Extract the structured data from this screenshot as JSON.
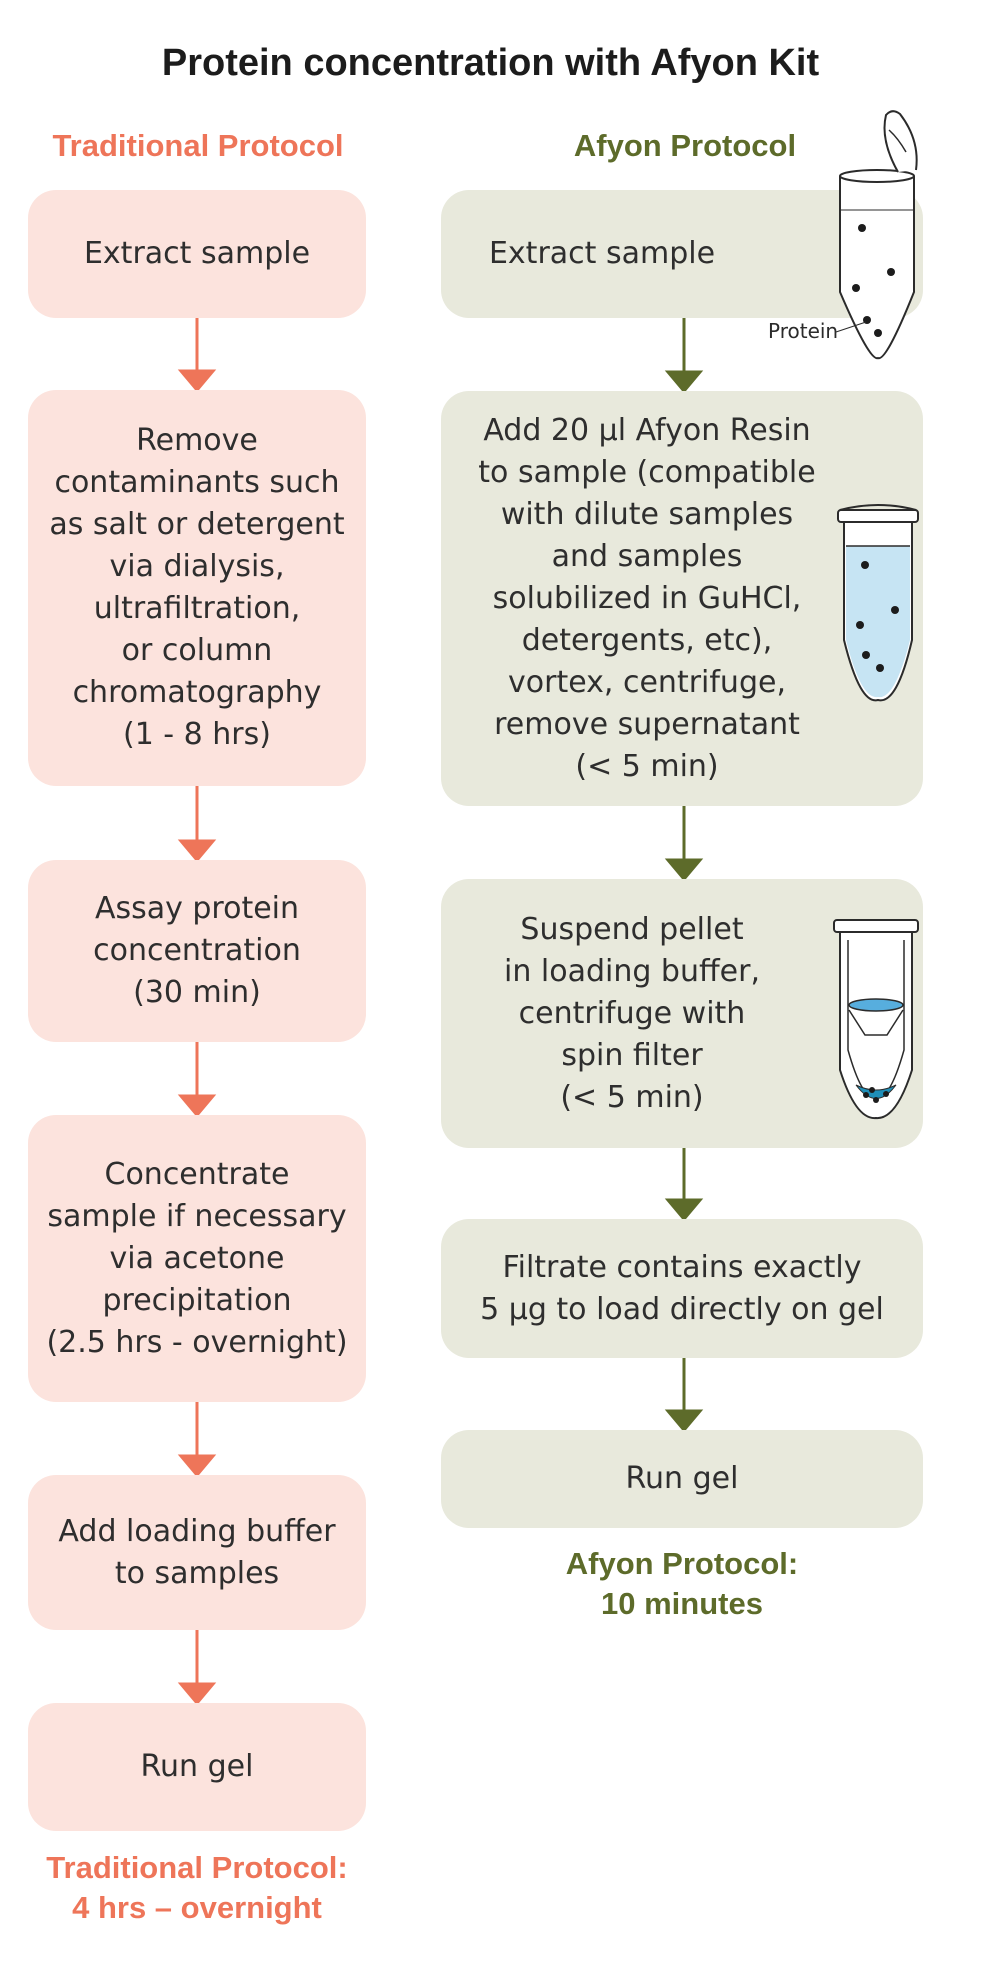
{
  "title": "Protein concentration with Afyon Kit",
  "colors": {
    "traditional_accent": "#ee7559",
    "traditional_box": "#fce3dd",
    "afyon_accent": "#5d6b2a",
    "afyon_box": "#e8e9dc",
    "liquid": "#c6e4f3",
    "pellet": "#1f8fb8"
  },
  "traditional": {
    "heading": "Traditional Protocol",
    "steps": [
      "Extract sample",
      "Remove\ncontaminants such\nas salt or detergent\nvia dialysis,\nultrafiltration,\nor column\nchromatography\n(1 - 8 hrs)",
      "Assay protein\nconcentration\n(30 min)",
      "Concentrate\nsample if necessary\nvia acetone\nprecipitation\n(2.5 hrs - overnight)",
      "Add loading buffer\nto samples",
      "Run gel"
    ],
    "summary": "Traditional Protocol:\n4 hrs – overnight"
  },
  "afyon": {
    "heading": "Afyon Protocol",
    "steps": [
      "Extract sample",
      "Add 20 µl Afyon Resin\nto sample (compatible\nwith dilute samples\nand samples\nsolubilized in GuHCl,\ndetergents, etc),\nvortex, centrifuge,\nremove supernatant\n(< 5 min)",
      "Suspend pellet\nin loading buffer,\ncentrifuge with\nspin filter\n(< 5 min)",
      "Filtrate contains exactly\n5 µg to load directly on gel",
      "Run gel"
    ],
    "summary": "Afyon Protocol:\n10 minutes",
    "protein_label": "Protein"
  },
  "icons": [
    "open-tube-icon",
    "resin-tube-icon",
    "spin-filter-tube-icon"
  ]
}
